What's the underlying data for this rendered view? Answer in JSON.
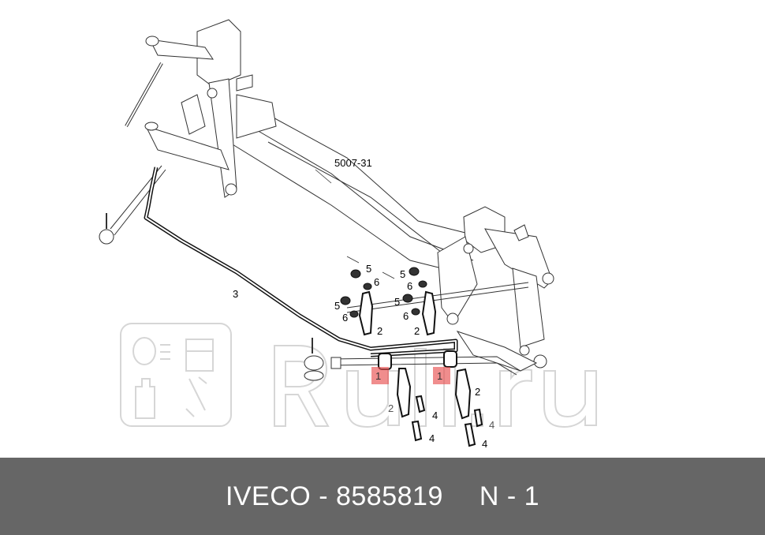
{
  "diagram": {
    "figure_number": "5007-31",
    "callouts": [
      {
        "id": "1a",
        "label": "1",
        "highlighted": true
      },
      {
        "id": "1b",
        "label": "1",
        "highlighted": true
      },
      {
        "id": "2a",
        "label": "2"
      },
      {
        "id": "2b",
        "label": "2"
      },
      {
        "id": "2c",
        "label": "2"
      },
      {
        "id": "2d",
        "label": "2"
      },
      {
        "id": "3",
        "label": "3"
      },
      {
        "id": "4a",
        "label": "4"
      },
      {
        "id": "4b",
        "label": "4"
      },
      {
        "id": "4c",
        "label": "4"
      },
      {
        "id": "4d",
        "label": "4"
      },
      {
        "id": "5a",
        "label": "5"
      },
      {
        "id": "5b",
        "label": "5"
      },
      {
        "id": "5c",
        "label": "5"
      },
      {
        "id": "5d",
        "label": "5"
      },
      {
        "id": "6a",
        "label": "6"
      },
      {
        "id": "6b",
        "label": "6"
      },
      {
        "id": "6c",
        "label": "6"
      },
      {
        "id": "6d",
        "label": "6"
      }
    ],
    "highlight_color": "#e85050",
    "watermark": {
      "text": "Rull.ru",
      "icons": [
        "headlight-icon",
        "car-door-icon",
        "oil-canister-icon",
        "shock-absorber-icon"
      ]
    }
  },
  "footer": {
    "brand": "IVECO",
    "separator": "-",
    "part_number": "8585819",
    "position_label": "N - 1",
    "background": "#666666"
  }
}
